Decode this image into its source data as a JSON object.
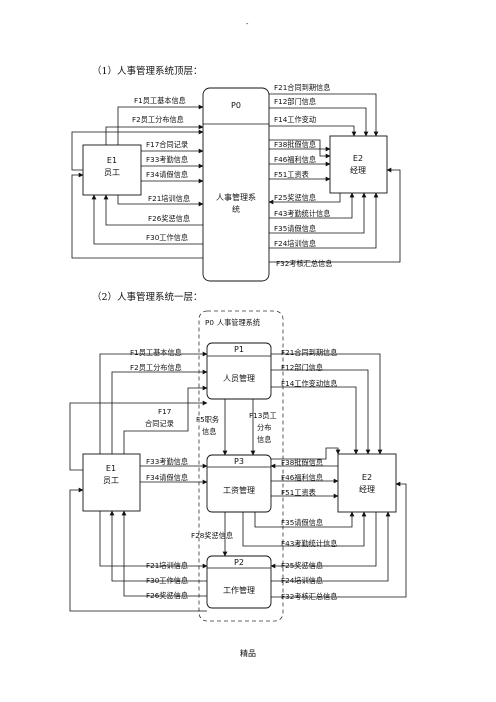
{
  "header_dot": "-",
  "footer": "精品",
  "top": {
    "title": "（1）人事管理系统顶层：",
    "p0_code": "P0",
    "p0_name_1": "人事管理系",
    "p0_name_2": "统",
    "e1_code": "E1",
    "e1_name": "员工",
    "e2_code": "E2",
    "e2_name": "经理",
    "flows_left": [
      {
        "code": "F1",
        "text": "员工基本信息"
      },
      {
        "code": "F2",
        "text": "员工分布信息"
      },
      {
        "code": "F17",
        "text": "合同记录"
      },
      {
        "code": "F33",
        "text": "考勤信息"
      },
      {
        "code": "F34",
        "text": "请假信息"
      },
      {
        "code": "F21",
        "text": "培训信息"
      },
      {
        "code": "F26",
        "text": "奖惩信息"
      },
      {
        "code": "F30",
        "text": "工作信息"
      }
    ],
    "flows_right": [
      {
        "code": "F21",
        "text": "合同到期信息"
      },
      {
        "code": "F12",
        "text": "部门信息"
      },
      {
        "code": "F14",
        "text": "工作变动"
      },
      {
        "code": "F38",
        "text": "批假信息"
      },
      {
        "code": "F46",
        "text": "福利信息"
      },
      {
        "code": "F51",
        "text": "工资表"
      },
      {
        "code": "F25",
        "text": "奖惩信息"
      },
      {
        "code": "F43",
        "text": "考勤统计信息"
      },
      {
        "code": "F35",
        "text": "请假信息"
      },
      {
        "code": "F24",
        "text": "培训信息"
      },
      {
        "code": "F32",
        "text": "考核汇总信息"
      }
    ]
  },
  "bottom": {
    "title": "（2）人事管理系统一层：",
    "p0_label": "P0",
    "p0_name": "人事管理系统",
    "p1_code": "P1",
    "p1_name": "人员管理",
    "p3_code": "P3",
    "p3_name": "工资管理",
    "p2_code": "P2",
    "p2_name": "工作管理",
    "e1_code": "E1",
    "e1_name": "员工",
    "e2_code": "E2",
    "e2_name": "经理",
    "flows_left_p1": [
      {
        "code": "F1",
        "text": "员工基本信息"
      },
      {
        "code": "F2",
        "text": "员工分布信息"
      }
    ],
    "f17": {
      "code": "F17",
      "text": "合同记录"
    },
    "f5": {
      "code": "F5",
      "text_1": "职务",
      "text_2": "信息"
    },
    "f13": {
      "code": "F13",
      "text_1": "员工",
      "text_2": "分布",
      "text_3": "信息"
    },
    "flows_left_p3": [
      {
        "code": "F33",
        "text": "考勤信息"
      },
      {
        "code": "F34",
        "text": "请假信息"
      }
    ],
    "f28": {
      "code": "F28",
      "text": "奖惩信息"
    },
    "flows_left_p2": [
      {
        "code": "F21",
        "text": "培训信息"
      },
      {
        "code": "F30",
        "text": "工作信息"
      },
      {
        "code": "F26",
        "text": "奖惩信息"
      }
    ],
    "flows_right_p1": [
      {
        "code": "F21",
        "text": "合同到期信息"
      },
      {
        "code": "F12",
        "text": "部门信息"
      },
      {
        "code": "F14",
        "text": "工作变动信息"
      }
    ],
    "flows_right_p3": [
      {
        "code": "F38",
        "text": "批假信息"
      },
      {
        "code": "F46",
        "text": "福利信息"
      },
      {
        "code": "F51",
        "text": "工资表"
      },
      {
        "code": "F35",
        "text": "请假信息"
      },
      {
        "code": "F43",
        "text": "考勤统计信息"
      }
    ],
    "flows_right_p2": [
      {
        "code": "F25",
        "text": "奖惩信息"
      },
      {
        "code": "F24",
        "text": "培训信息"
      },
      {
        "code": "F32",
        "text": "考核汇总信息"
      }
    ]
  }
}
